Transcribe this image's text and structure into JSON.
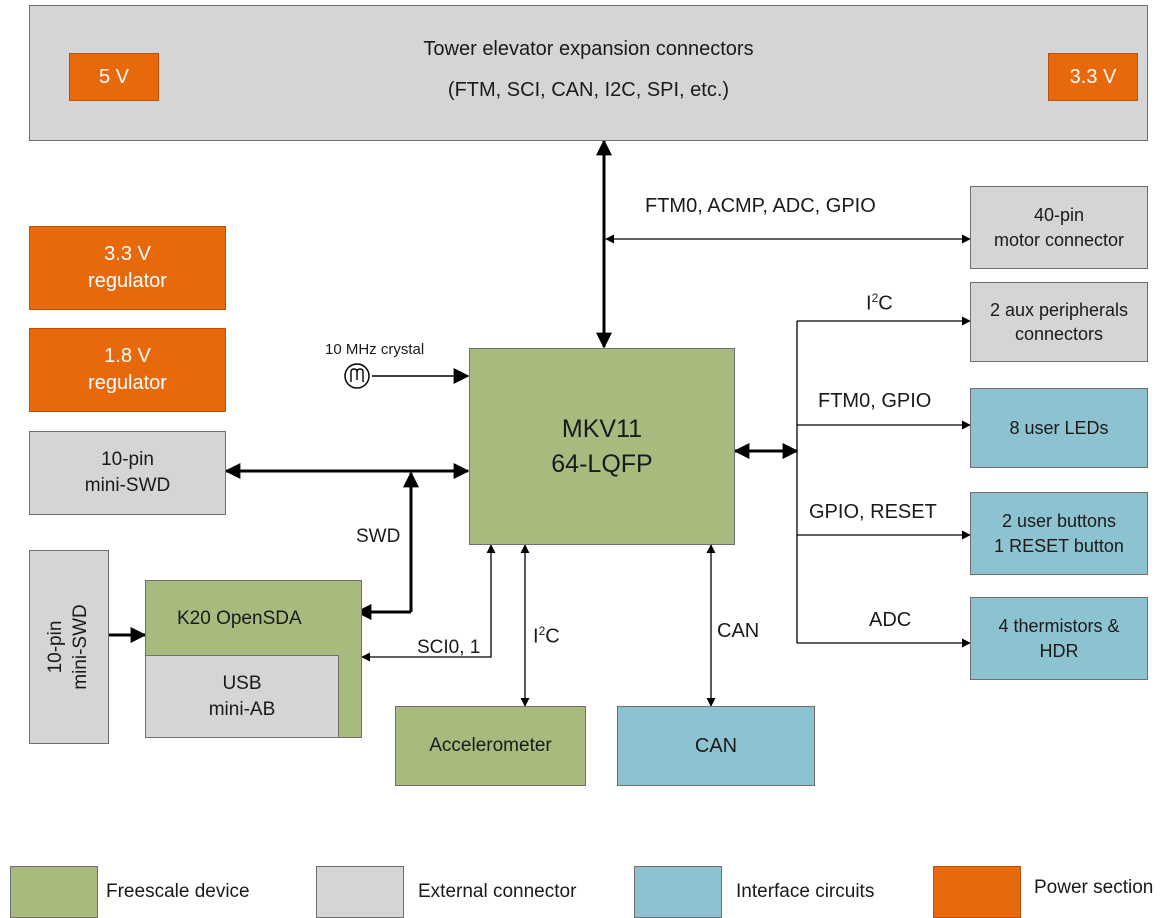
{
  "colors": {
    "freescale_device": "#a7bb7e",
    "external_connector": "#d5d5d5",
    "interface_circuits": "#8dc3d0",
    "power_section": "#e8690c"
  },
  "tower": {
    "title": "Tower elevator expansion connectors",
    "subtitle": "(FTM, SCI, CAN, I2C, SPI, etc.)",
    "left_power": "5 V",
    "right_power": "3.3 V"
  },
  "regulators": [
    {
      "line1": "3.3 V",
      "line2": "regulator"
    },
    {
      "line1": "1.8 V",
      "line2": "regulator"
    }
  ],
  "mcu": {
    "line1": "MKV11",
    "line2": "64-LQFP"
  },
  "crystal": {
    "label": "10 MHz crystal",
    "symbol": "M"
  },
  "swd_connector": {
    "line1": "10-pin",
    "line2": "mini-SWD"
  },
  "swd_connector_vertical": {
    "line1": "10-pin",
    "line2": "mini-SWD"
  },
  "opensda": {
    "label": "K20 OpenSDA"
  },
  "usb": {
    "line1": "USB",
    "line2": "mini-AB"
  },
  "accelerometer": {
    "label": "Accelerometer"
  },
  "can_box": {
    "label": "CAN"
  },
  "motor_connector": {
    "line1": "40-pin",
    "line2": "motor connector"
  },
  "aux_connectors": {
    "line1": "2 aux peripherals",
    "line2": "connectors"
  },
  "user_leds": {
    "label": "8 user LEDs"
  },
  "user_buttons": {
    "line1": "2 user buttons",
    "line2": "1 RESET button"
  },
  "thermistors": {
    "line1": "4 thermistors &",
    "line2": "HDR"
  },
  "signals": {
    "motor": "FTM0, ACMP, ADC, GPIO",
    "aux_base": "I",
    "aux_sup": "2",
    "aux_tail": "C",
    "leds": "FTM0, GPIO",
    "buttons": "GPIO, RESET",
    "thermistors": "ADC",
    "swd": "SWD",
    "sci": "SCI0, 1",
    "accel_base": "I",
    "accel_sup": "2",
    "accel_tail": "C",
    "can": "CAN"
  },
  "legend": [
    {
      "label": "Freescale device"
    },
    {
      "label": "External connector"
    },
    {
      "label": "Interface circuits"
    },
    {
      "label": "Power section"
    }
  ]
}
